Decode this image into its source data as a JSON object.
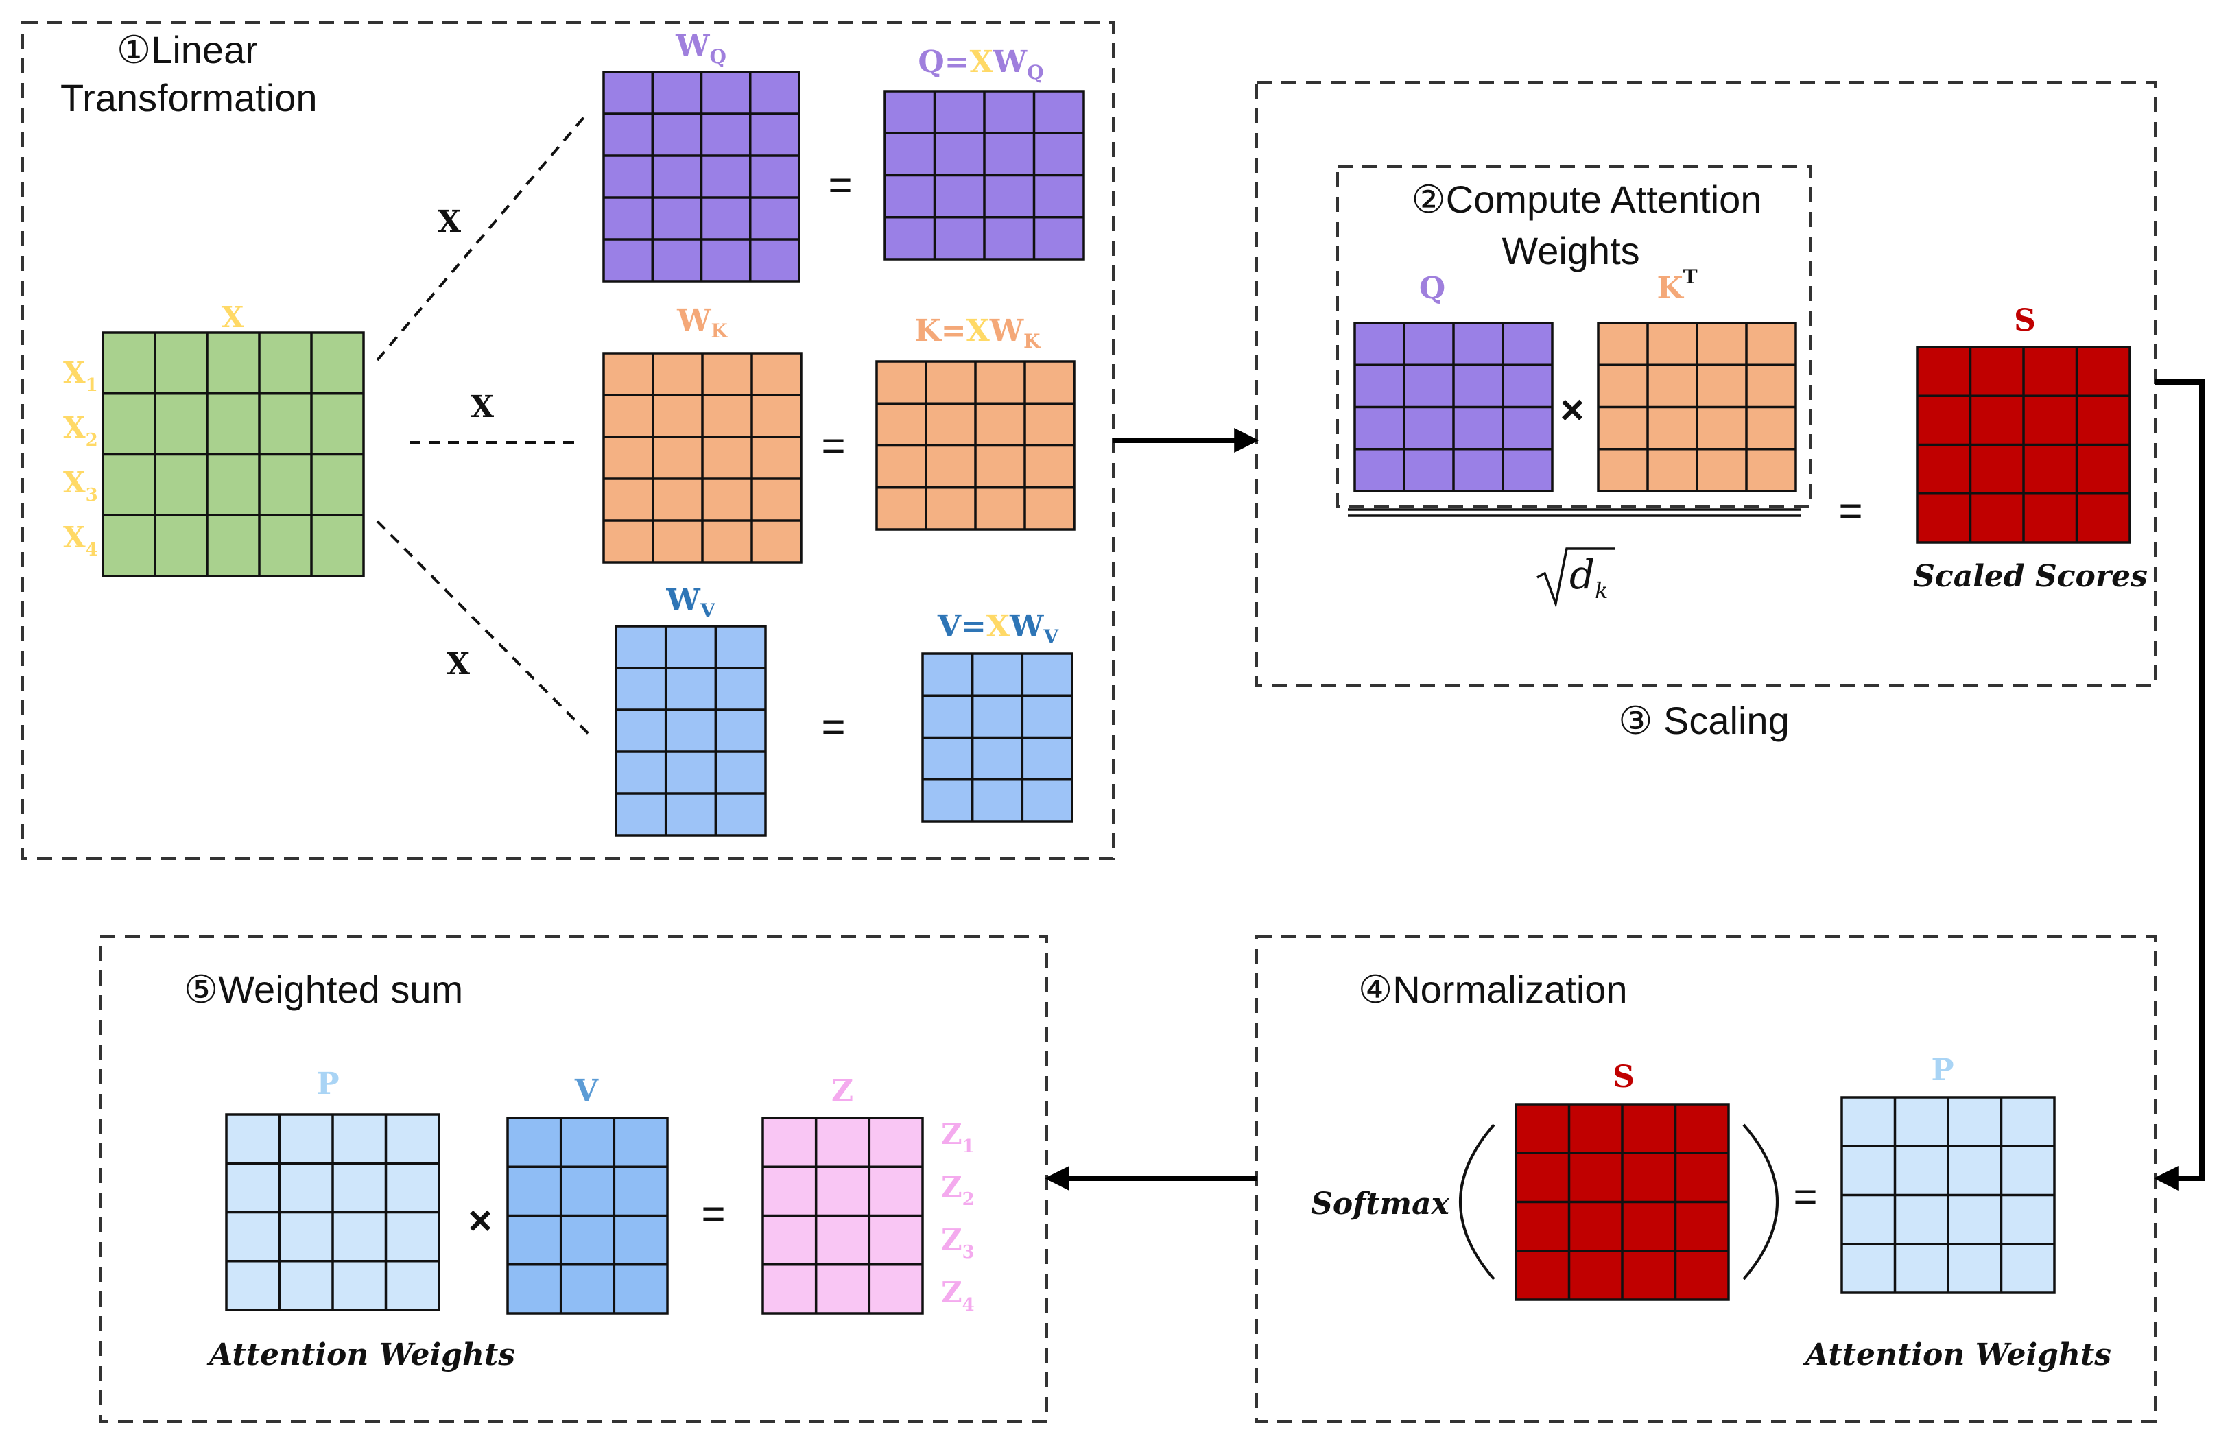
{
  "colors": {
    "x_fill": "#a9d18e",
    "x_label": "#ffd966",
    "q_fill": "#9a80e6",
    "q_label": "#9f7fdd",
    "k_fill": "#f4b183",
    "k_label": "#f4a878",
    "v_fill": "#9dc3f7",
    "v_label": "#2e75b6",
    "s_fill": "#c00000",
    "s_label": "#c00000",
    "p_fill": "#cfe6fb",
    "p_label": "#a9d4f5",
    "v_weighted_fill": "#8fbdf5",
    "v_weighted_label": "#5b9bd5",
    "z_fill": "#f9c6f4",
    "z_label": "#f4aaee"
  },
  "steps": {
    "step1": "①Linear Transformation",
    "step1_line1": "①Linear",
    "step1_line2": "Transformation",
    "step2_line1": "②Compute Attention",
    "step2_line2": "Weights",
    "step3": "③ Scaling",
    "step4": "④Normalization",
    "step5": "⑤Weighted sum"
  },
  "linear": {
    "x_label": "X",
    "rows": [
      "X",
      "X",
      "X",
      "X"
    ],
    "row_subs": [
      "1",
      "2",
      "3",
      "4"
    ],
    "multiply_label": "X",
    "wq": {
      "main": "W",
      "sub": "Q"
    },
    "wk": {
      "main": "W",
      "sub": "K"
    },
    "wv": {
      "main": "W",
      "sub": "V"
    },
    "q_eq": {
      "lhs": "Q=",
      "x": "X",
      "w": "W",
      "sub": "Q"
    },
    "k_eq": {
      "lhs": "K=",
      "x": "X",
      "w": "W",
      "sub": "K"
    },
    "v_eq": {
      "lhs": "V=",
      "x": "X",
      "w": "W",
      "sub": "V"
    },
    "equals": "="
  },
  "attention": {
    "q_label": "Q",
    "k_label": "K",
    "k_sup": "T",
    "times": "×",
    "divisor": "d",
    "divisor_sub": "k",
    "equals": "=",
    "s_label": "S",
    "scaled_caption": "Scaled Scores"
  },
  "normalization": {
    "softmax": "Softmax",
    "s_label": "S",
    "p_label": "P",
    "equals": "=",
    "caption": "Attention Weights"
  },
  "weighted": {
    "p_label": "P",
    "v_label": "V",
    "z_label": "Z",
    "times": "×",
    "equals": "=",
    "z_rows": [
      "Z",
      "Z",
      "Z",
      "Z"
    ],
    "z_subs": [
      "1",
      "2",
      "3",
      "4"
    ],
    "caption": "Attention Weights"
  }
}
